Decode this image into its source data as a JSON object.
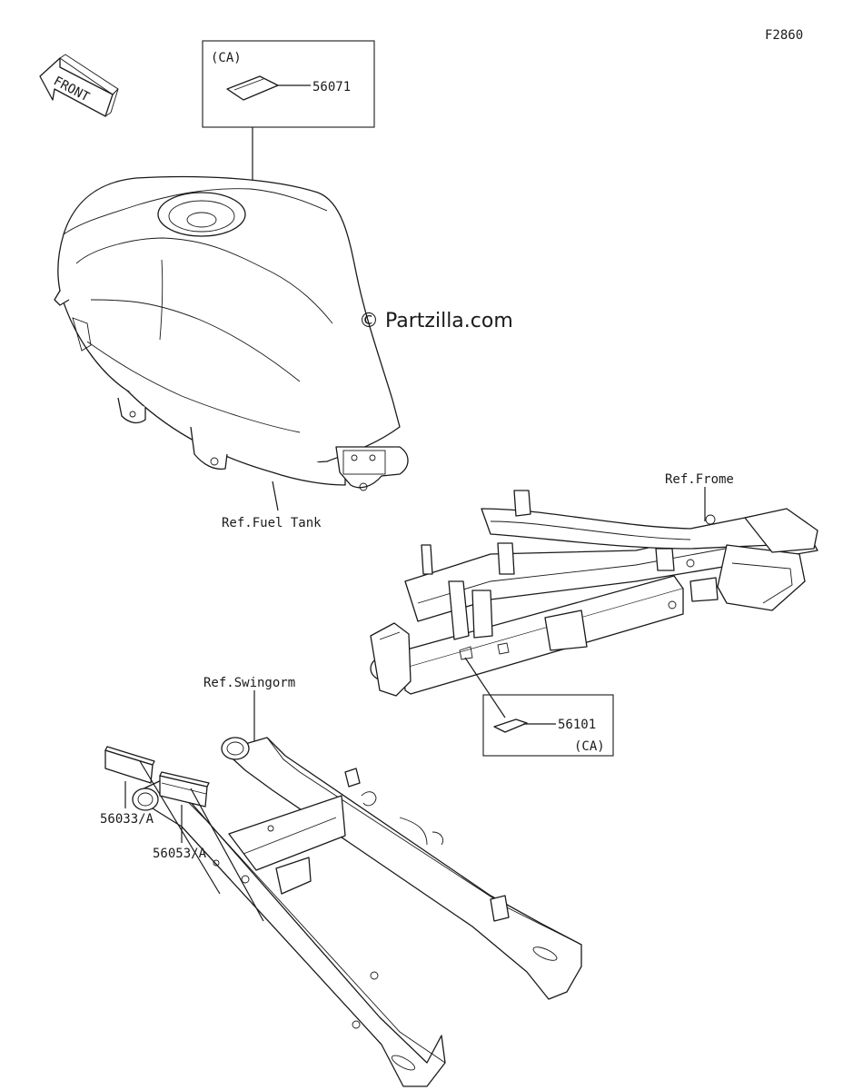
{
  "figure_code": "F2860",
  "watermark": "© Partzilla.com",
  "front_arrow_label": "FRONT",
  "callouts": {
    "label_56071": "56071",
    "label_56101": "56101",
    "label_56033": "56033/A",
    "label_56053": "56053/A",
    "region_ca_top": "(CA)",
    "region_ca_bottom": "(CA)"
  },
  "references": {
    "fuel_tank": "Ref.Fuel Tank",
    "frame": "Ref.Frome",
    "swingarm": "Ref.Swingorm"
  }
}
